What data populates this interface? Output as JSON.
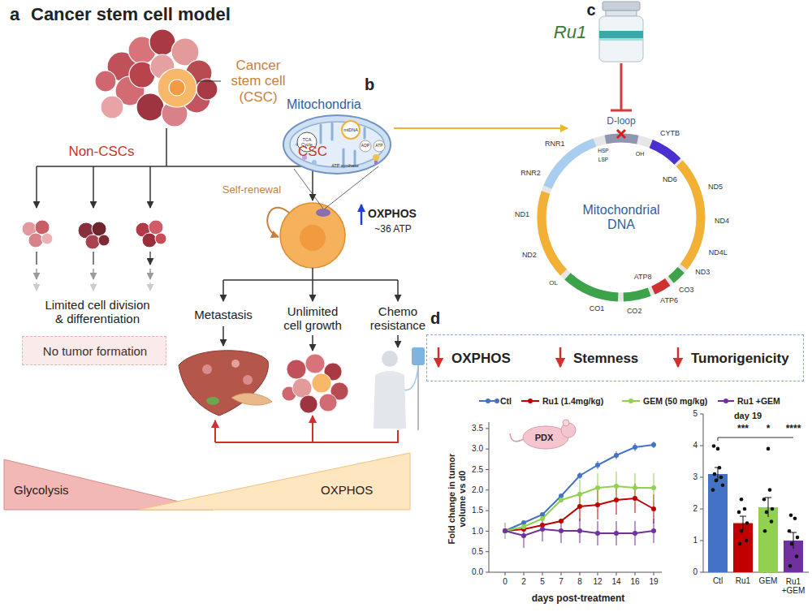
{
  "diagram": {
    "title": "Cancer stem cell model",
    "nodes": [
      {
        "text": [
          "No tumor formation"
        ]
      },
      {
        "text": [
          "Glycolysis"
        ]
      },
      {
        "text": [
          "OXPHOS"
        ]
      },
      {
        "text": [
          "Mitochondria"
        ]
      },
      {
        "text": [
          "Mitochondrial DNA"
        ]
      },
      {
        "text": [
          "OXPHOS",
          "Stemness",
          "Tumorigenicity"
        ]
      }
    ],
    "edges": [
      {
        "from": 3,
        "to": 4,
        "arrow": "to"
      }
    ],
    "labels": [
      "a",
      "Cancer stem cell (CSC)",
      "Non-CSCs",
      "CSC",
      "Self-renewal",
      "Limited cell division & differentiation",
      "Metastasis",
      "Unlimited cell growth",
      "Chemo resistance",
      "b",
      "mtDNA",
      "TCA Cycle",
      "ADP",
      "ATP",
      "ATP synthase",
      "OXPHOS",
      "~36 ATP",
      "c",
      "Ru1",
      "D-loop",
      "HSP",
      "LSP",
      "OH",
      "OL",
      "RNR1",
      "RNR2",
      "ND1",
      "ND2",
      "CO1",
      "CO2",
      "ATP8",
      "ATP6",
      "CO3",
      "ND3",
      "ND4L",
      "ND4",
      "ND5",
      "ND6",
      "CYTB",
      "d",
      "PDX",
      "Fold change in tumor volume vs d0",
      "days post-treatment",
      "0.0",
      "0.5",
      "1.0",
      "1.5",
      "2.0",
      "2.5",
      "3.0",
      "3.5",
      "0",
      "2",
      "5",
      "7",
      "8",
      "12",
      "14",
      "16",
      "19",
      "day 19",
      "0",
      "1",
      "2",
      "3",
      "4",
      "5",
      "Ctl",
      "Ru1",
      "GEM",
      "Ru1 +GEM",
      "***",
      "*",
      "****"
    ],
    "legend": [
      {
        "text": "Ctl"
      },
      {
        "text": "Ru1 (1.4mg/kg)"
      },
      {
        "text": "GEM (50 mg/kg)"
      },
      {
        "text": "Ru1 +GEM"
      }
    ]
  }
}
